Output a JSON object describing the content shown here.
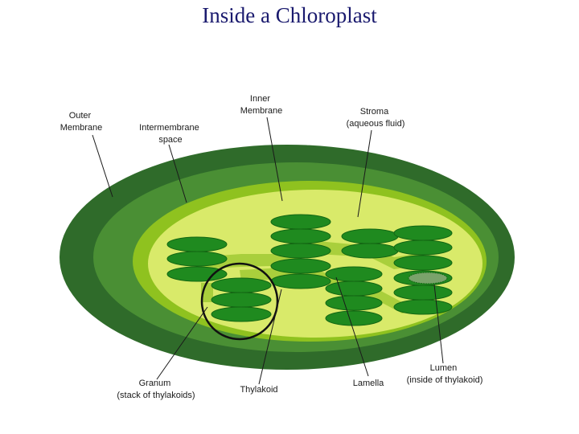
{
  "title": "Inside a Chloroplast",
  "labels": {
    "outer_membrane": [
      "Outer",
      "Membrane"
    ],
    "intermembrane_space": [
      "Intermembrane",
      "space"
    ],
    "inner_membrane": [
      "Inner",
      "Membrane"
    ],
    "stroma": [
      "Stroma",
      "(aqueous fluid)"
    ],
    "granum": [
      "Granum",
      "(stack of thylakoids)"
    ],
    "thylakoid": [
      "Thylakoid"
    ],
    "lamella": [
      "Lamella"
    ],
    "lumen": [
      "Lumen",
      "(inside of thylakoid)"
    ]
  },
  "colors": {
    "outer_membrane": "#2f6b2a",
    "intermembrane": "#4a8f34",
    "inner_membrane": "#8fc21f",
    "stroma": "#d9ea6a",
    "thylakoid": "#1f8a1f",
    "thylakoid_edge": "#136613",
    "lamella": "#a9cf3c",
    "lumen": "#7aa36b",
    "highlight_circle": "#111111"
  }
}
